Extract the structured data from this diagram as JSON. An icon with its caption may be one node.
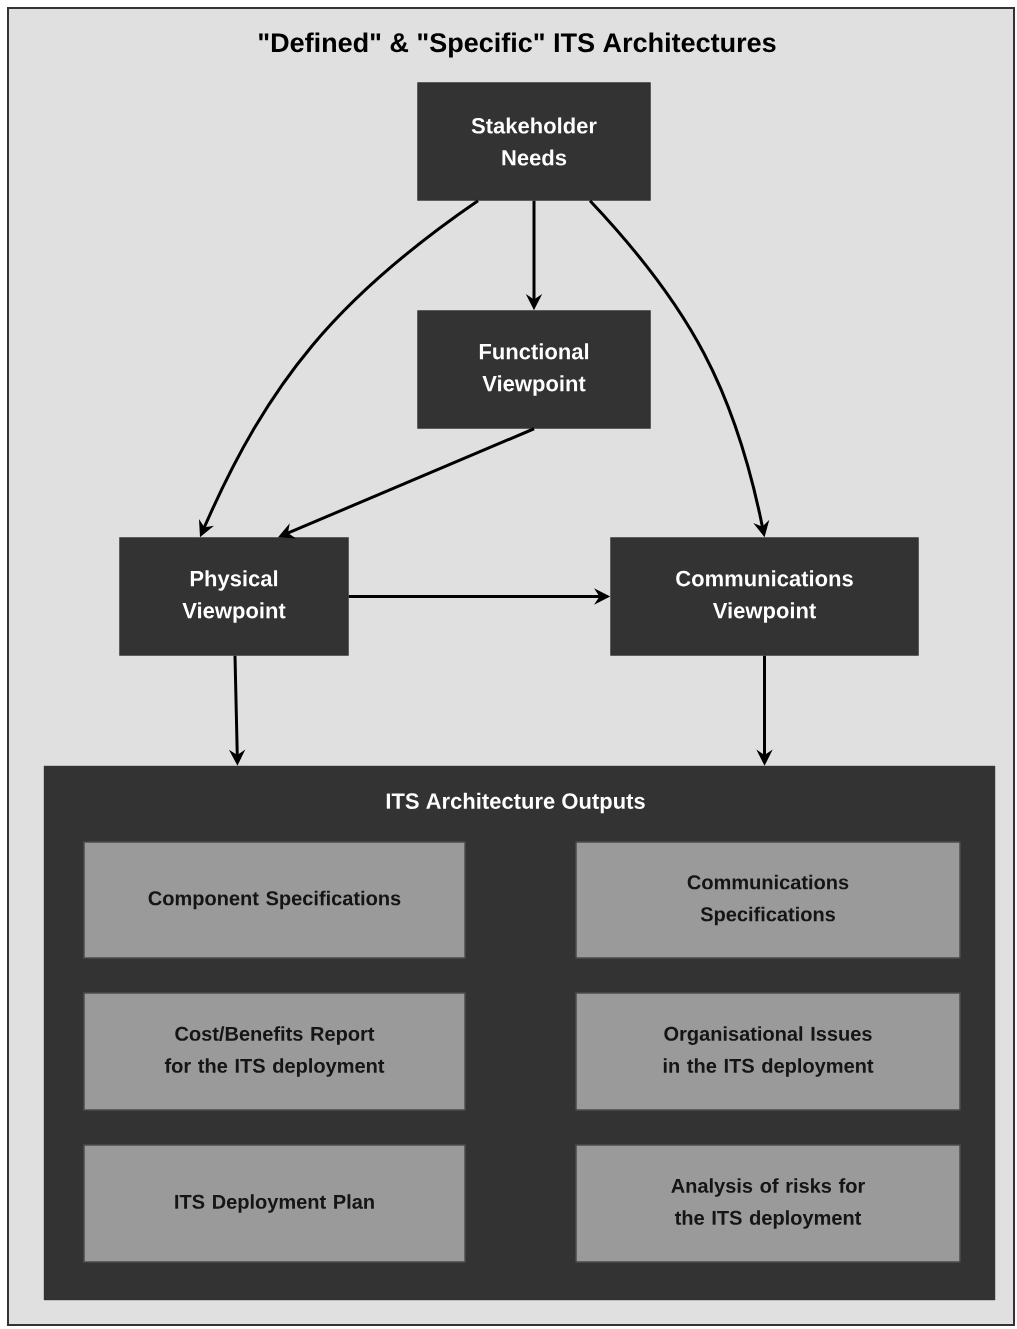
{
  "diagram": {
    "title": "\"Defined\" & \"Specific\" ITS Architectures",
    "nodes": [
      {
        "text": [
          "Stakeholder Needs"
        ]
      },
      {
        "text": [
          "Functional Viewpoint"
        ]
      },
      {
        "text": [
          "Physical Viewpoint"
        ]
      },
      {
        "text": [
          "Communications Viewpoint"
        ]
      },
      {
        "text": [
          "ITS Architecture Outputs"
        ]
      },
      {
        "text": [
          "Component Specifications"
        ],
        "in": 4
      },
      {
        "text": [
          "Communications Specifications"
        ],
        "in": 4
      },
      {
        "text": [
          "Cost/Benefits Report for the ITS deployment"
        ],
        "in": 4
      },
      {
        "text": [
          "Organisational Issues in the ITS deployment"
        ],
        "in": 4
      },
      {
        "text": [
          "ITS Deployment Plan"
        ],
        "in": 4
      },
      {
        "text": [
          "Analysis of risks for the ITS deployment"
        ],
        "in": 4
      }
    ],
    "edges": [
      {
        "from": 0,
        "to": 1,
        "arrow": "to"
      },
      {
        "from": 0,
        "to": 2,
        "arrow": "to"
      },
      {
        "from": 0,
        "to": 3,
        "arrow": "to"
      },
      {
        "from": 1,
        "to": 2,
        "arrow": "to"
      },
      {
        "from": 2,
        "to": 3,
        "arrow": "to"
      },
      {
        "from": 2,
        "to": 4,
        "arrow": "to"
      },
      {
        "from": 3,
        "to": 4,
        "arrow": "to"
      }
    ]
  }
}
